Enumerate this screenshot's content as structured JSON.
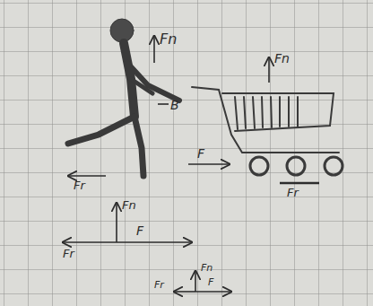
{
  "diagram": {
    "labels": [
      "Fn",
      "B",
      "Fn",
      "F",
      "Fr",
      "Fr",
      "Fn",
      "F",
      "Fr",
      "Fn",
      "Fr",
      "F"
    ]
  }
}
